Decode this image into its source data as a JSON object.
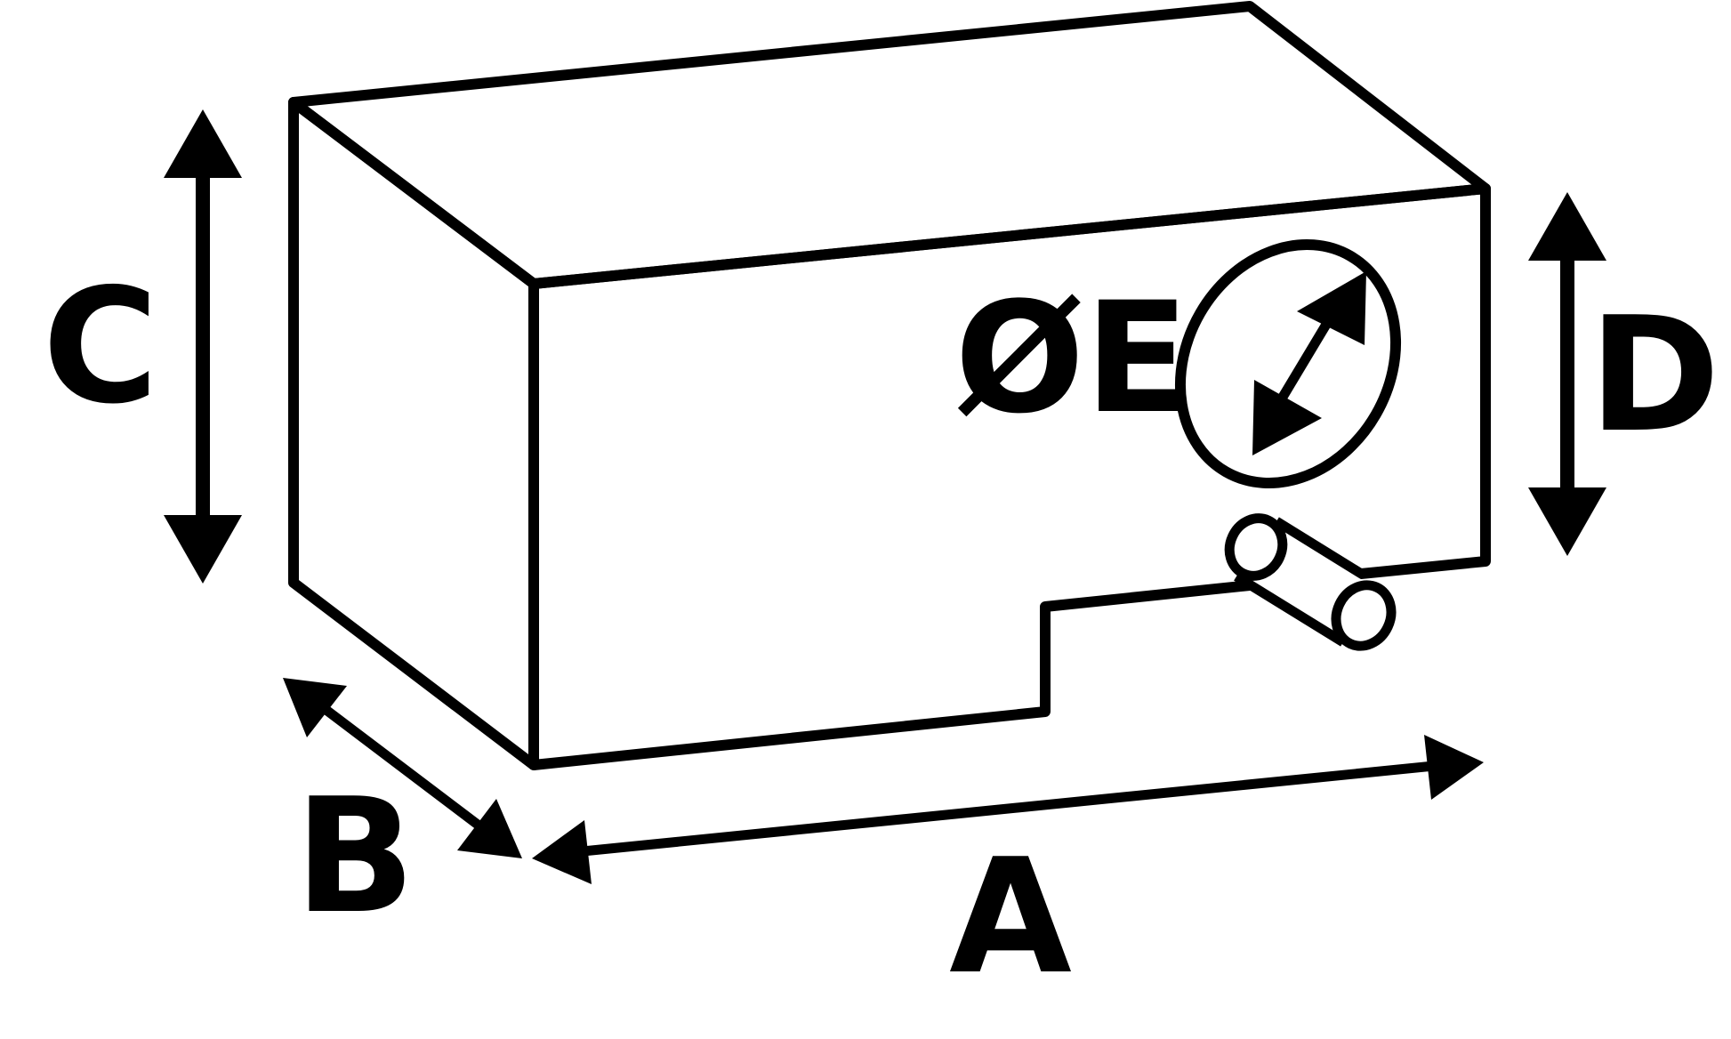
{
  "dimension_labels": {
    "length": "A",
    "depth": "B",
    "height": "C",
    "outlet_height": "D",
    "diameter": "ØE"
  },
  "colors": {
    "stroke": "#000000",
    "background": "#ffffff"
  }
}
